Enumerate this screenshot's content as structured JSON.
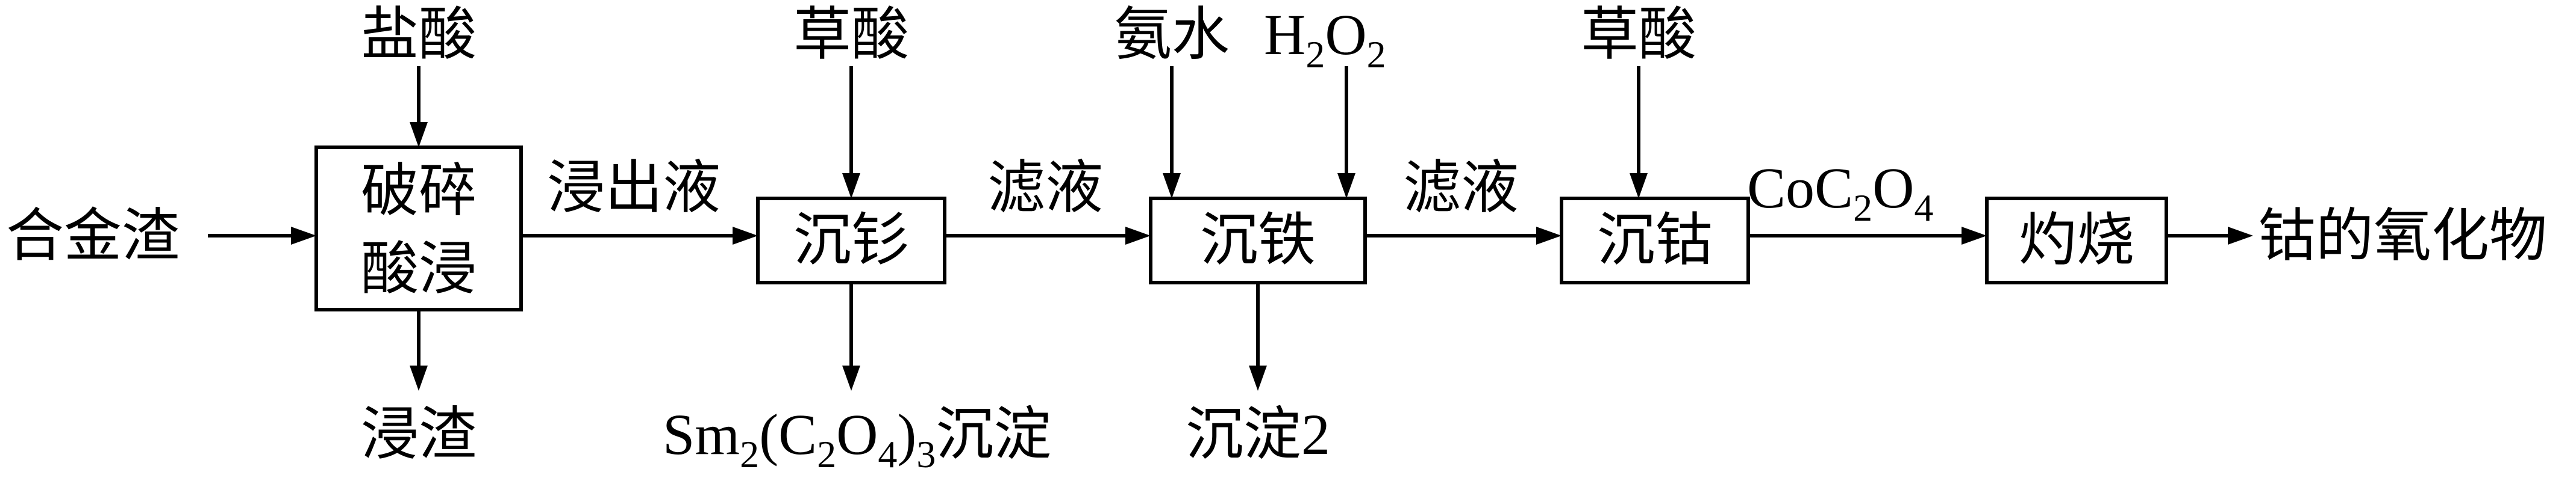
{
  "inputs": {
    "raw": "合金渣",
    "hcl": "盐酸",
    "oxalic_1": "草酸",
    "ammonia": "氨水",
    "h2o2": {
      "base": "H",
      "sub1": "2",
      "mid": "O",
      "sub2": "2"
    },
    "oxalic_2": "草酸"
  },
  "steps": {
    "crush_leach": {
      "line1": "破碎",
      "line2": "酸浸"
    },
    "sm": "沉钐",
    "fe": "沉铁",
    "co": "沉钴",
    "roast": "灼烧"
  },
  "streams": {
    "leach_liquor": "浸出液",
    "filtrate_1": "滤液",
    "filtrate_2": "滤液",
    "coc2o4": {
      "a": "CoC",
      "s1": "2",
      "b": "O",
      "s2": "4"
    }
  },
  "outputs": {
    "residue": "浸渣",
    "sm_precip": {
      "a": "Sm",
      "s1": "2",
      "b": "(C",
      "s2": "2",
      "c": "O",
      "s3": "4",
      "d": ")",
      "s4": "3",
      "e": "沉淀"
    },
    "precip_2": "沉淀2",
    "product": "钴的氧化物"
  },
  "colors": {
    "line": "#000000",
    "background": "#ffffff"
  }
}
